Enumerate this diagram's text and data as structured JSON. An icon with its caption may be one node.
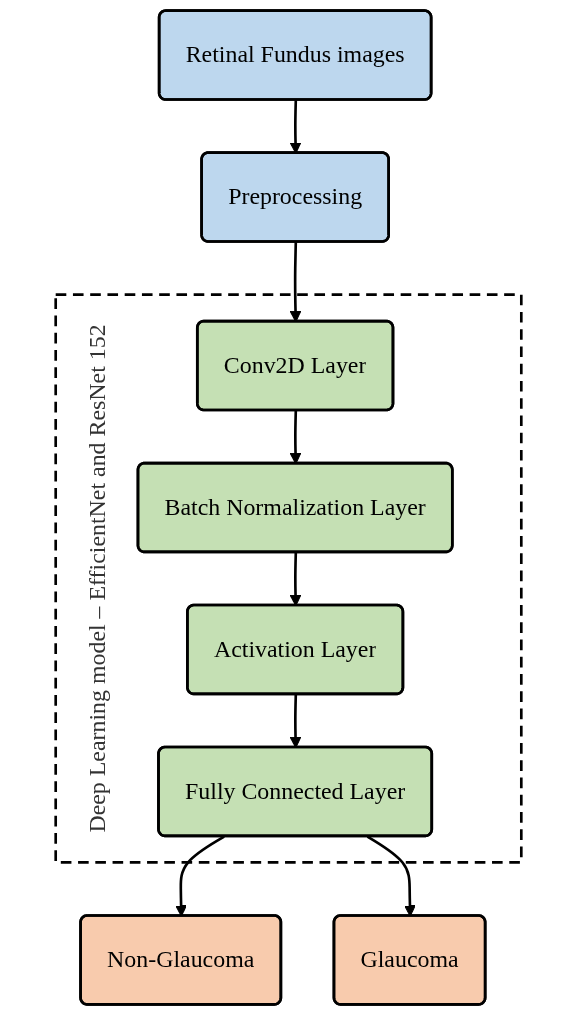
{
  "diagram": {
    "nodes": [
      {
        "text": [
          "Retinal Fundus images"
        ]
      },
      {
        "text": [
          "Preprocessing"
        ]
      },
      {
        "text": [
          "Deep Learning model – EfficientNet and ResNet 152"
        ]
      },
      {
        "text": [
          "Conv2D Layer"
        ],
        "in": 2
      },
      {
        "text": [
          "Batch Normalization Layer"
        ],
        "in": 2
      },
      {
        "text": [
          "Activation Layer"
        ],
        "in": 2
      },
      {
        "text": [
          "Fully Connected Layer"
        ],
        "in": 2
      },
      {
        "text": [
          "Non-Glaucoma"
        ]
      },
      {
        "text": [
          "Glaucoma"
        ]
      }
    ],
    "edges": [
      {
        "from": 0,
        "to": 1,
        "arrow": "to"
      },
      {
        "from": 1,
        "to": 3,
        "arrow": "to"
      },
      {
        "from": 3,
        "to": 4,
        "arrow": "to"
      },
      {
        "from": 4,
        "to": 5,
        "arrow": "to"
      },
      {
        "from": 5,
        "to": 6,
        "arrow": "to"
      },
      {
        "from": 6,
        "to": 7,
        "arrow": "to"
      },
      {
        "from": 6,
        "to": 8,
        "arrow": "to"
      }
    ]
  }
}
